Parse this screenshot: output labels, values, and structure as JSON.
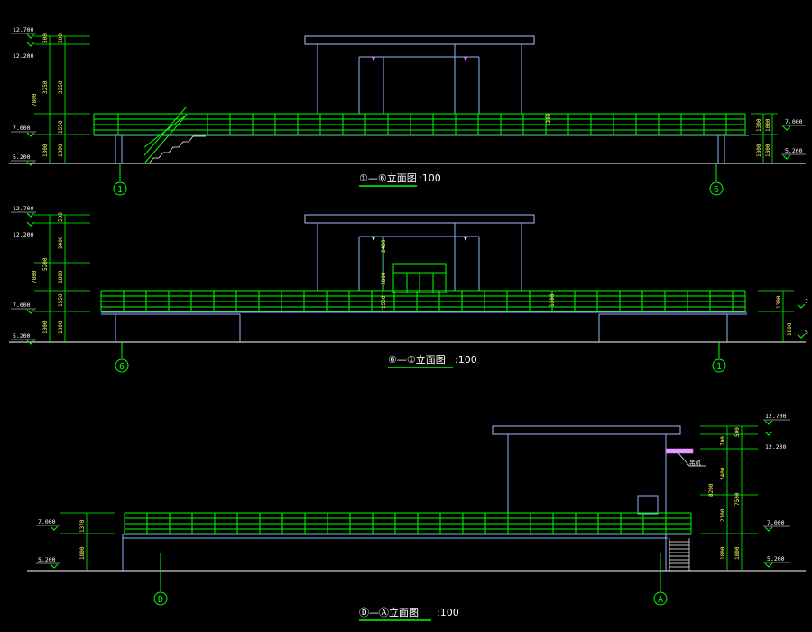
{
  "elevations": [
    {
      "title": "①—⑥立面图",
      "scale": ":100",
      "axis_left": "1",
      "axis_right": "6",
      "levels": {
        "top": "12.700",
        "eave": "12.200",
        "floor": "7.000",
        "ground": "5.200"
      },
      "right_levels": {
        "floor": "7.000",
        "ground": "5.200"
      },
      "dims_left": [
        "500",
        "3250",
        "1800",
        "7800",
        "500",
        "3250",
        "1550",
        "1800"
      ],
      "dims_right": [
        "1300",
        "1800",
        "1000",
        "1800"
      ],
      "dim_mid": "1300"
    },
    {
      "title": "⑥—①立面图",
      "scale": ":100",
      "axis_left": "6",
      "axis_right": "1",
      "levels": {
        "top": "12.700",
        "eave": "12.200",
        "floor": "7.000",
        "ground": "5.200"
      },
      "right_levels": {
        "floor": "7",
        "ground": "5"
      },
      "dims_left": [
        "500",
        "2400",
        "1800",
        "1550",
        "1800",
        "7800",
        "5200",
        "1800"
      ],
      "dims_right": [
        "1300",
        "1800"
      ],
      "dim_mid": [
        "2400",
        "1800",
        "1550",
        "1300"
      ]
    },
    {
      "title": "Ⓓ—Ⓐ立面图",
      "scale": ":100",
      "axis_left": "D",
      "axis_right": "A",
      "levels_left": {
        "floor": "7.000",
        "ground": "5.200"
      },
      "levels_right": {
        "top": "12.700",
        "eave": "12.200",
        "floor": "7.000",
        "ground": "5.200"
      },
      "dims_left": [
        "1370",
        "1800"
      ],
      "dims_right": [
        "700",
        "500",
        "2400",
        "2100",
        "1800",
        "8200",
        "7500",
        "1800"
      ],
      "note": "吊机"
    }
  ]
}
